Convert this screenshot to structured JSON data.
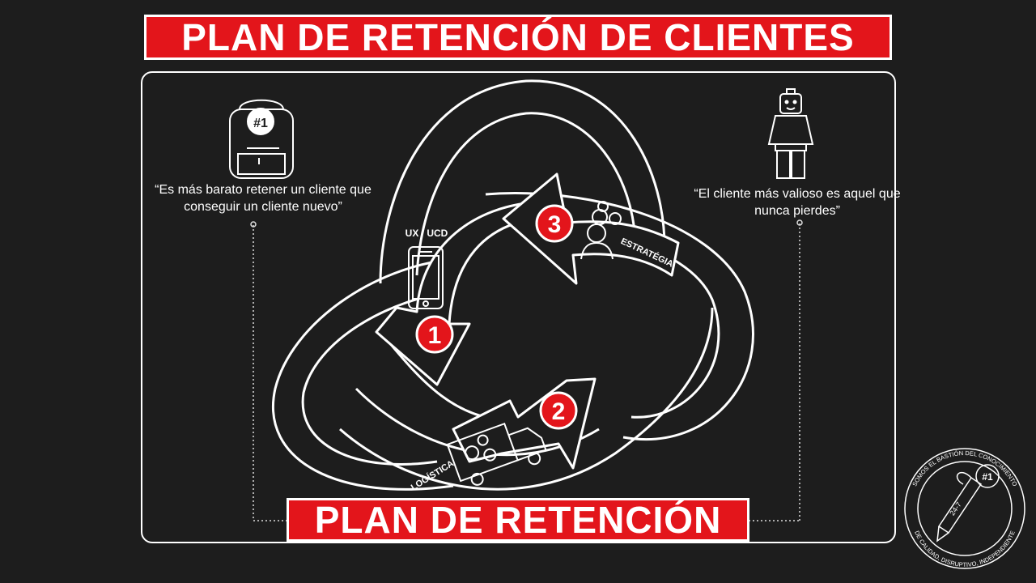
{
  "title": "PLAN DE RETENCIÓN DE CLIENTES",
  "bottom_title": "PLAN DE RETENCIÓN",
  "quotes": {
    "left": "“Es más barato retener un cliente que conseguir un cliente nuevo”",
    "right": "“El cliente más valioso es aquel que nunca pierdes”"
  },
  "backpack_badge": "#1",
  "steps": [
    {
      "number": "1",
      "label": "UX / UCD",
      "icon": "smartphone-icon"
    },
    {
      "number": "2",
      "label": "LOGÍSTICA",
      "icon": "delivery-truck-gears-icon"
    },
    {
      "number": "3",
      "label": "ESTRATÉGIA",
      "icon": "thinking-person-gears-icon"
    }
  ],
  "seal": {
    "ring_top": "SOMOS EL BASTIÓN DEL CONOCIMIENTO",
    "ring_bottom": "DE CALIDAD, DISRUPTIVO, INDEPENDIENTE",
    "badge": "#1",
    "pencil_text": "24-7"
  },
  "colors": {
    "background": "#1d1d1d",
    "accent_red": "#e3151b",
    "line": "#ffffff"
  }
}
